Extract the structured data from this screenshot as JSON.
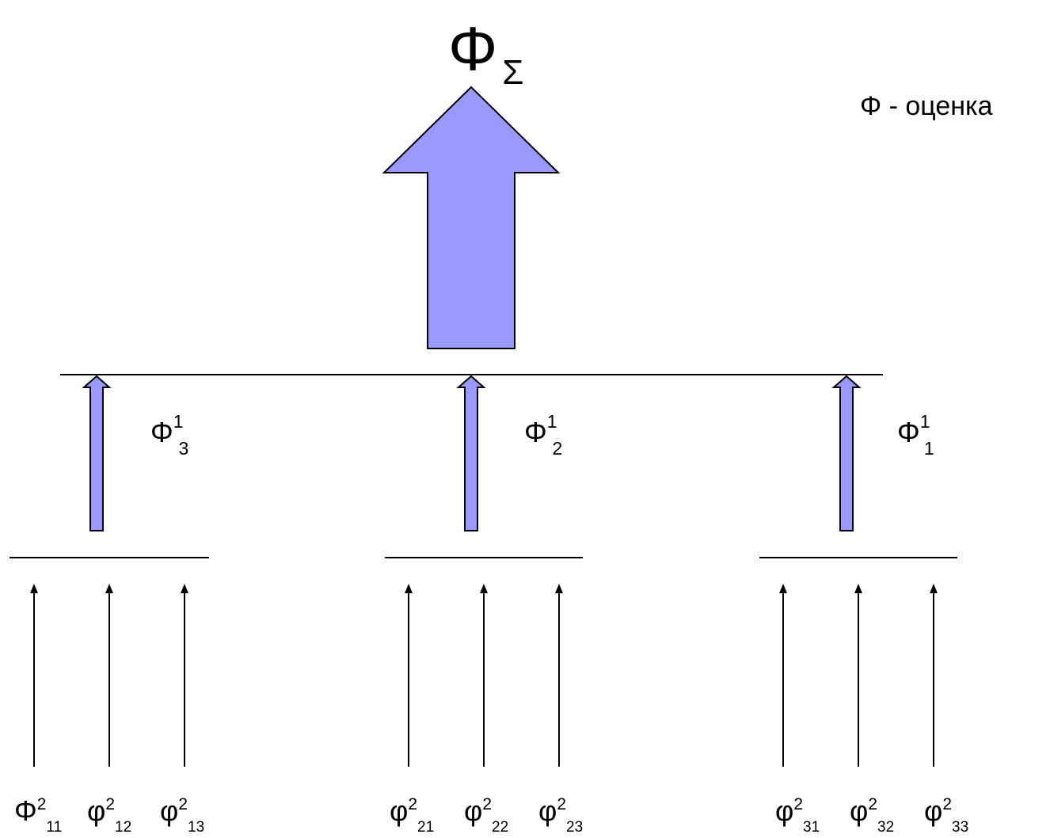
{
  "colors": {
    "arrow_fill": "#9999ff",
    "line": "#000000",
    "background": "#ffffff"
  },
  "top": {
    "symbol": "Φ",
    "subscript": "Σ"
  },
  "legend": {
    "text": "Φ - оценка"
  },
  "level1": [
    {
      "symbol": "Φ",
      "sup": "1",
      "sub": "3"
    },
    {
      "symbol": "Φ",
      "sup": "1",
      "sub": "2"
    },
    {
      "symbol": "Φ",
      "sup": "1",
      "sub": "1"
    }
  ],
  "level2": [
    [
      {
        "symbol": "Φ",
        "sup": "2",
        "sub": "11"
      },
      {
        "symbol": "φ",
        "sup": "2",
        "sub": "12"
      },
      {
        "symbol": "φ",
        "sup": "2",
        "sub": "13"
      }
    ],
    [
      {
        "symbol": "φ",
        "sup": "2",
        "sub": "21"
      },
      {
        "symbol": "φ",
        "sup": "2",
        "sub": "22"
      },
      {
        "symbol": "φ",
        "sup": "2",
        "sub": "23"
      }
    ],
    [
      {
        "symbol": "φ",
        "sup": "2",
        "sub": "31"
      },
      {
        "symbol": "φ",
        "sup": "2",
        "sub": "32"
      },
      {
        "symbol": "φ",
        "sup": "2",
        "sub": "33"
      }
    ]
  ]
}
